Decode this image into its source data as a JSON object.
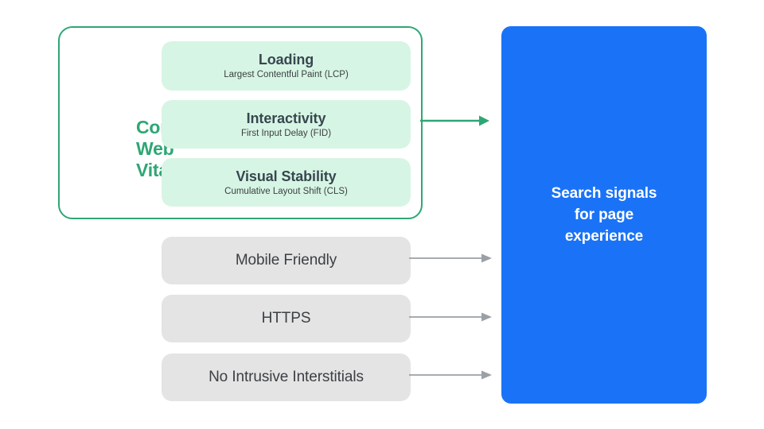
{
  "diagram": {
    "title": "Search signals for page experience",
    "colors": {
      "green_accent": "#2fa675",
      "green_card_fill": "#d7f5e4",
      "gray_card_fill": "#e4e4e5",
      "blue_panel": "#1a73f7",
      "text_dark": "#3c4043",
      "arrow_gray": "#9aa0a6",
      "background": "#ffffff"
    },
    "core_web_vitals": {
      "label_lines": [
        "Core",
        "Web",
        "Vitals"
      ],
      "label_text": "Core Web Vitals",
      "metrics": [
        {
          "title": "Loading",
          "subtitle": "Largest Contentful Paint (LCP)"
        },
        {
          "title": "Interactivity",
          "subtitle": "First Input Delay (FID)"
        },
        {
          "title": "Visual Stability",
          "subtitle": "Cumulative Layout Shift (CLS)"
        }
      ]
    },
    "other_signals": [
      {
        "label": "Mobile Friendly"
      },
      {
        "label": "HTTPS"
      },
      {
        "label": "No Intrusive Interstitials"
      }
    ],
    "outcome": {
      "text": "Search signals\nfor page\nexperience"
    },
    "arrows": [
      {
        "name": "core-web-vitals-to-outcome",
        "color": "#2fa675"
      },
      {
        "name": "mobile-friendly-to-outcome",
        "color": "#9aa0a6"
      },
      {
        "name": "https-to-outcome",
        "color": "#9aa0a6"
      },
      {
        "name": "no-intrusive-interstitials-to-outcome",
        "color": "#9aa0a6"
      }
    ]
  }
}
